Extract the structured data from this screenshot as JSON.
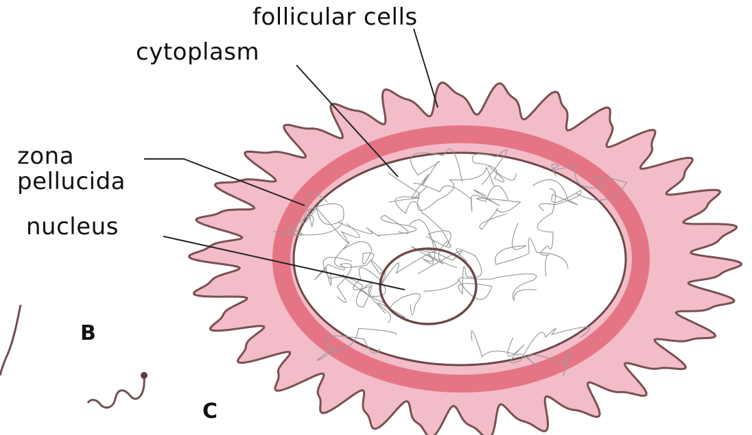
{
  "labels": {
    "follicular_cells": "follicular cells",
    "cytoplasm": "cytoplasm",
    "zona_line1": "zona",
    "zona_line2": "pellucida",
    "nucleus": "nucleus",
    "b": "B",
    "c": "C"
  },
  "colors": {
    "follicle_fill": "#f2bcc8",
    "follicle_outline": "#7a5050",
    "zona_band": "#e57585",
    "cytoplasm_fill": "#ffffff",
    "leader_lines": "#222222",
    "text": "#111111"
  }
}
